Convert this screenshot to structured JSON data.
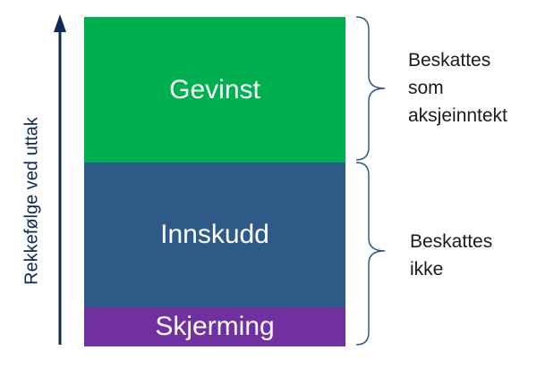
{
  "axis": {
    "label": "Rekkefølge ved uttak",
    "color": "#0b2a5a"
  },
  "blocks": [
    {
      "label": "Gevinst",
      "color": "#00b050"
    },
    {
      "label": "Innskudd",
      "color": "#2e5a87"
    },
    {
      "label": "Skjerming",
      "color": "#7030a0"
    }
  ],
  "notes": {
    "top": [
      "Beskattes",
      "som",
      "aksjeinntekt"
    ],
    "bottom": [
      "Beskattes",
      "ikke"
    ]
  },
  "bracket_color": "#2e5a87"
}
